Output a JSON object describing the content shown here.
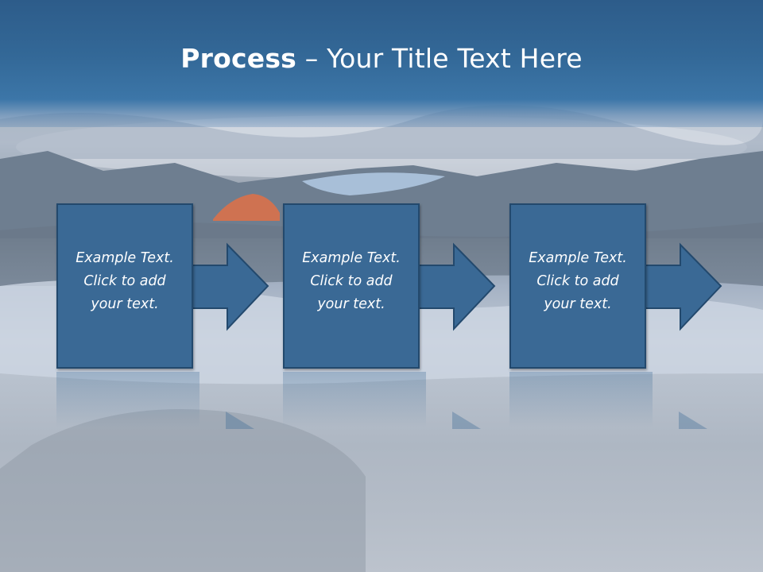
{
  "slide": {
    "title_bold": "Process",
    "title_rest": " – Your Title Text Here"
  },
  "steps": [
    {
      "text": "Example Text.\nClick  to add\nyour text."
    },
    {
      "text": "Example Text.\nClick  to add\nyour text."
    },
    {
      "text": "Example Text.\nClick  to add\nyour text."
    }
  ],
  "colors": {
    "header": "#336897",
    "box_fill": "#3a6995",
    "box_border": "#23496d",
    "text": "#ffffff"
  }
}
